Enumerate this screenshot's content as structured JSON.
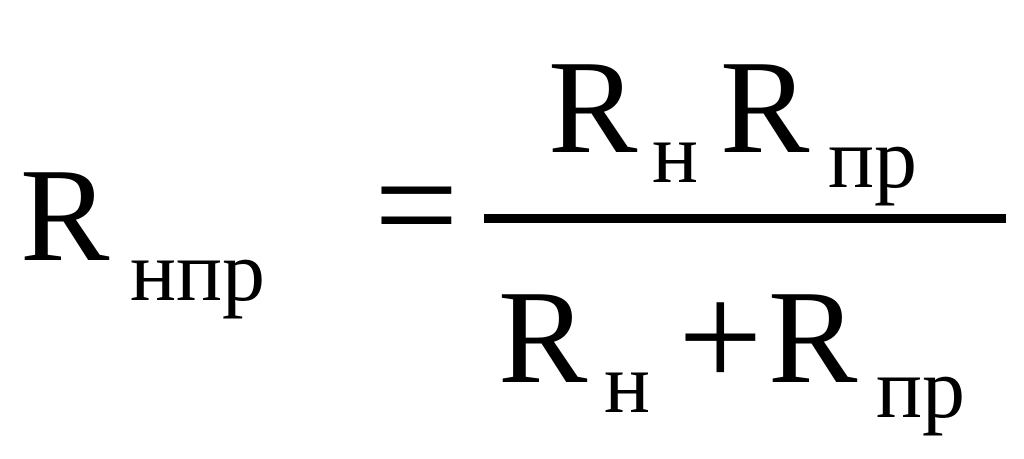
{
  "formula": {
    "lhs": {
      "symbol": "R",
      "subscript": "нпр"
    },
    "equals": "=",
    "numerator": {
      "term1": {
        "symbol": "R",
        "subscript": "н"
      },
      "term2": {
        "symbol": "R",
        "subscript": "пр"
      }
    },
    "denominator": {
      "term1": {
        "symbol": "R",
        "subscript": "н"
      },
      "operator": "+",
      "term2": {
        "symbol": "R",
        "subscript": "пр"
      }
    }
  }
}
